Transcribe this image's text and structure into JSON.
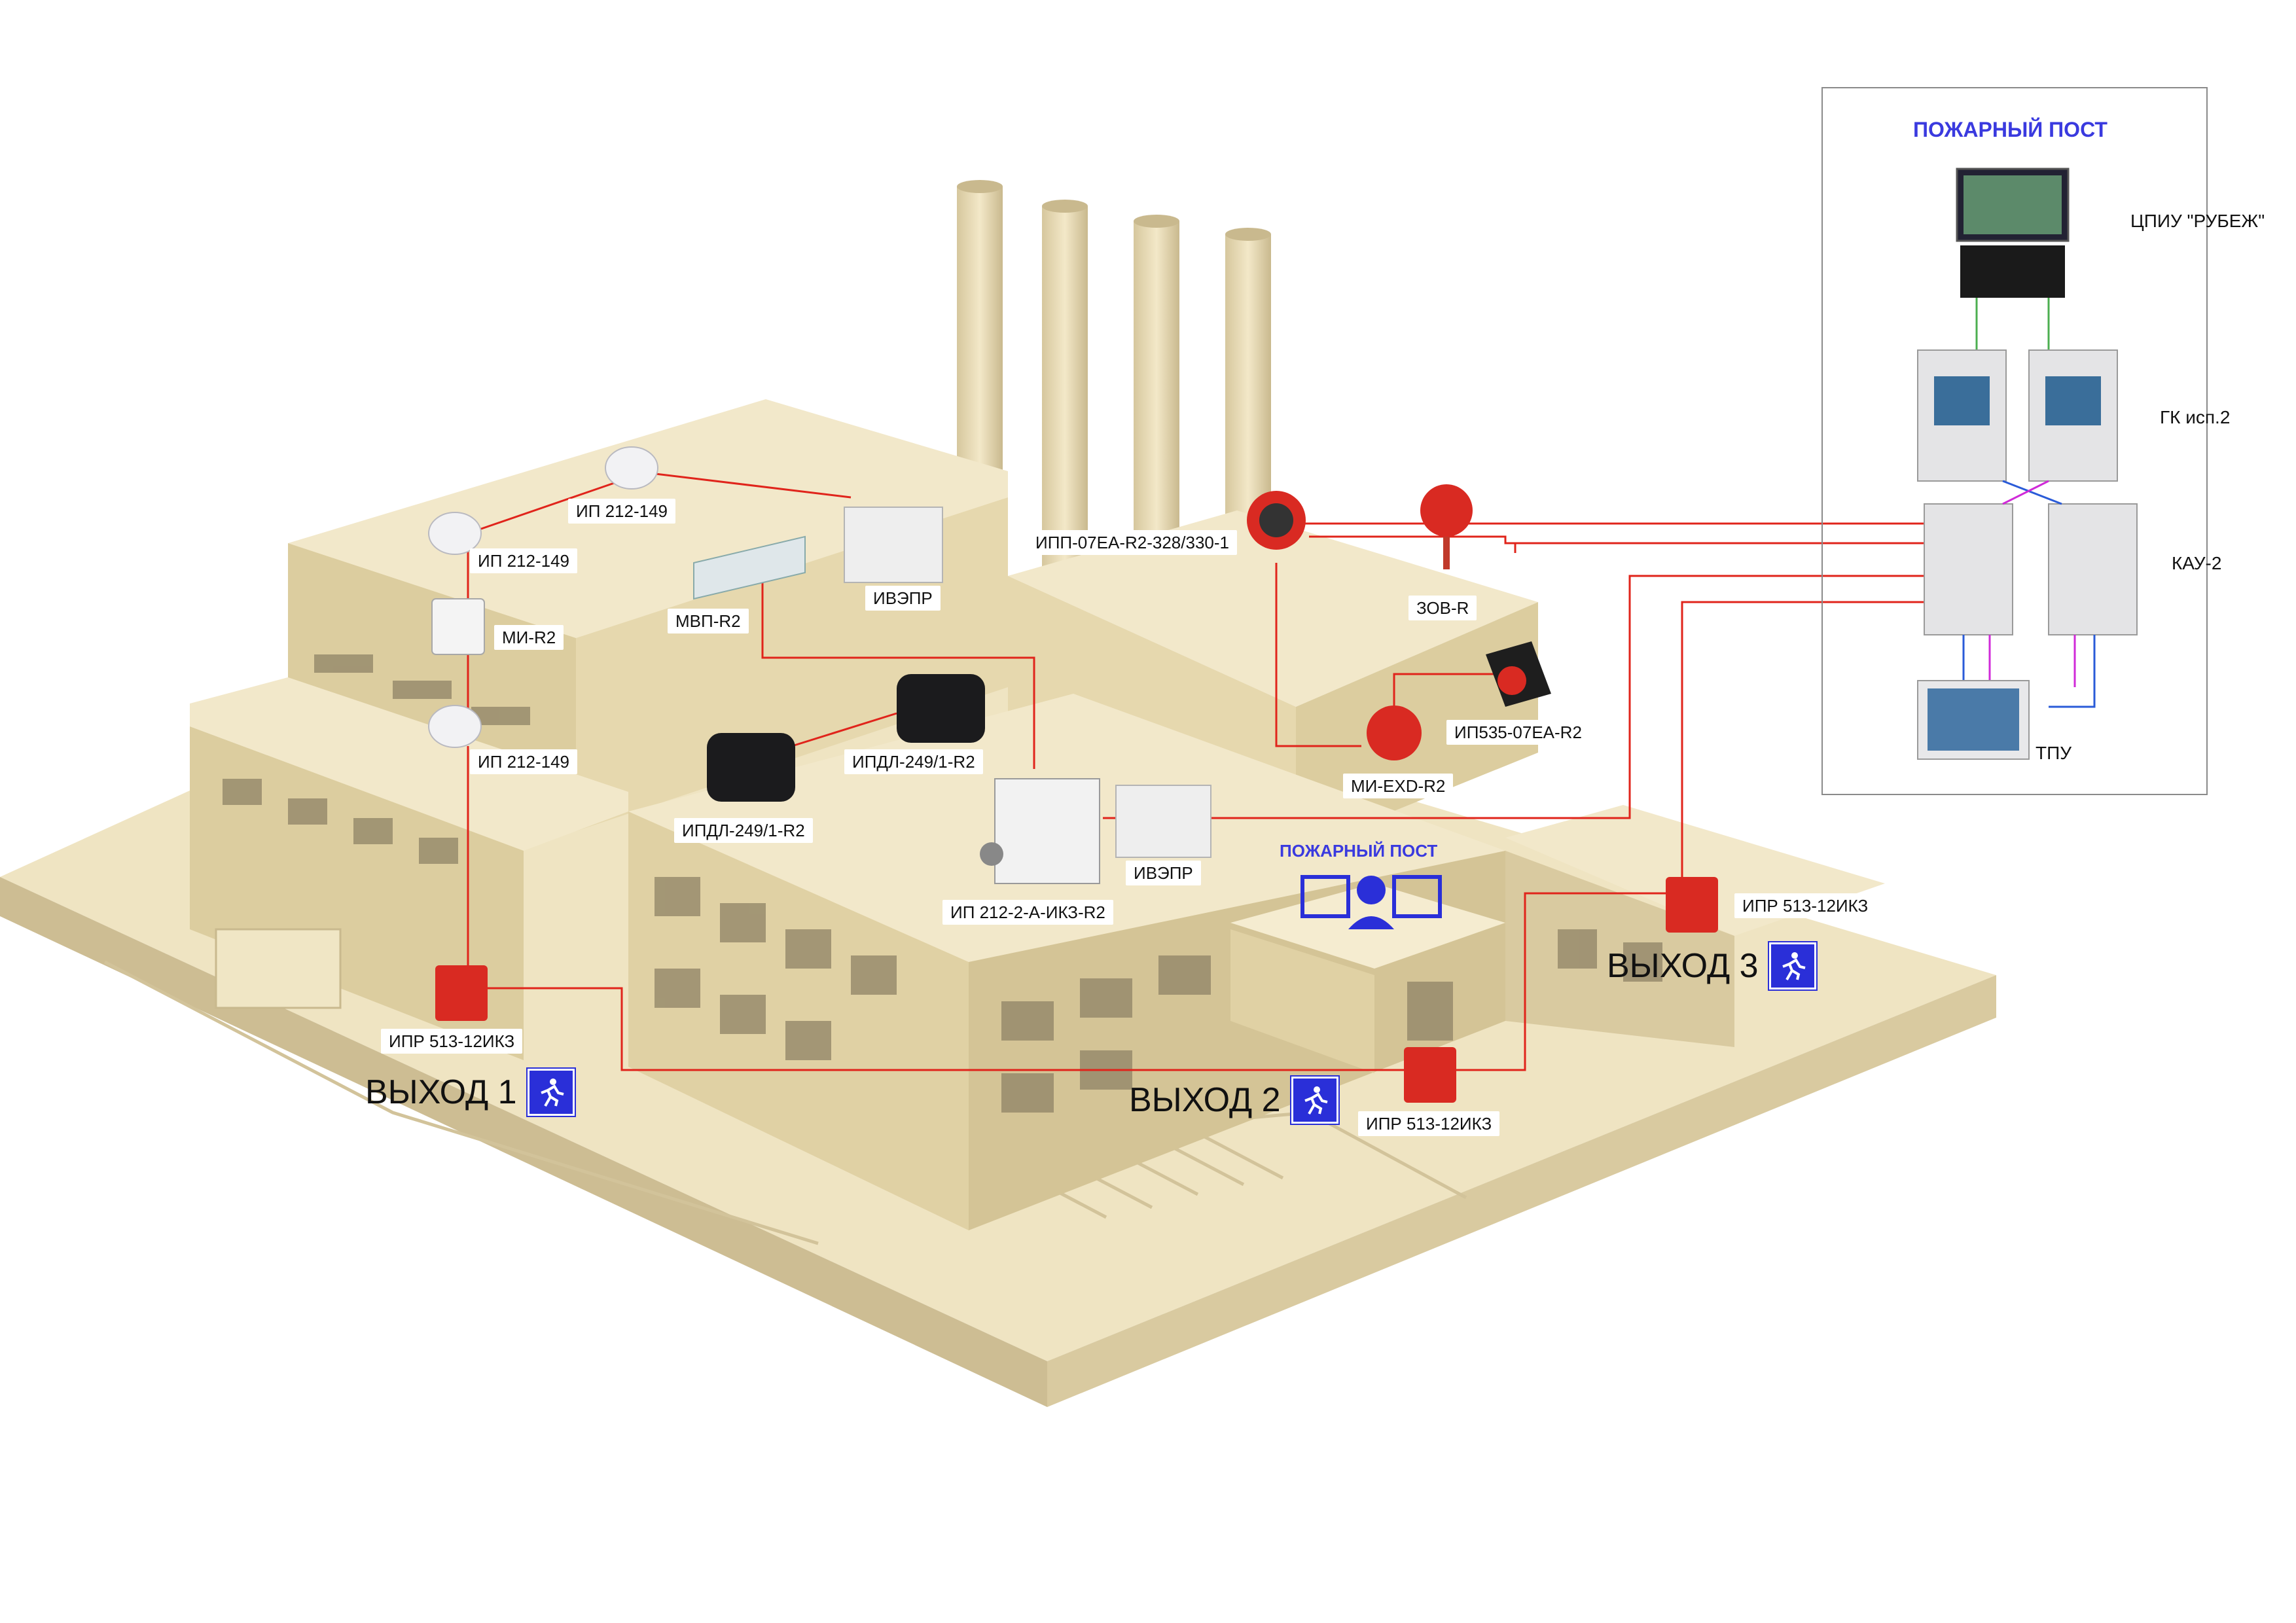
{
  "fire_post": {
    "title": "ПОЖАРНЫЙ ПОСТ",
    "cpiu": "ЦПИУ \"РУБЕЖ\"",
    "gk": "ГК исп.2",
    "kau": "КАУ-2",
    "tpu": "ТПУ"
  },
  "building_post": "ПОЖАРНЫЙ ПОСТ",
  "devices": {
    "ip212_top": "ИП 212-149",
    "ip212_mid": "ИП 212-149",
    "mi_r2": "МИ-R2",
    "ip212_low": "ИП 212-149",
    "mvp_r2": "МВП-R2",
    "ivepr_top": "ИВЭПР",
    "ipdl_right": "ИПДЛ-249/1-R2",
    "ipdl_left": "ИПДЛ-249/1-R2",
    "ip212_2a": "ИП 212-2-А-ИКЗ-R2",
    "ivepr_low": "ИВЭПР",
    "ipp07": "ИПП-07ЕА-R2-328/330-1",
    "zov_r": "ЗОВ-R",
    "ip535": "ИП535-07ЕА-R2",
    "mi_exd": "МИ-EXD-R2",
    "ipr_1": "ИПР 513-12ИКЗ",
    "ipr_2": "ИПР 513-12ИКЗ",
    "ipr_3": "ИПР 513-12ИКЗ"
  },
  "exits": {
    "exit1": "ВЫХОД 1",
    "exit2": "ВЫХОД 2",
    "exit3": "ВЫХОД 3"
  },
  "colors": {
    "line": "#e0241b",
    "building": "#e9dcb4",
    "exit_icon": "#2a2fd8",
    "post_title": "#3a3adf"
  }
}
